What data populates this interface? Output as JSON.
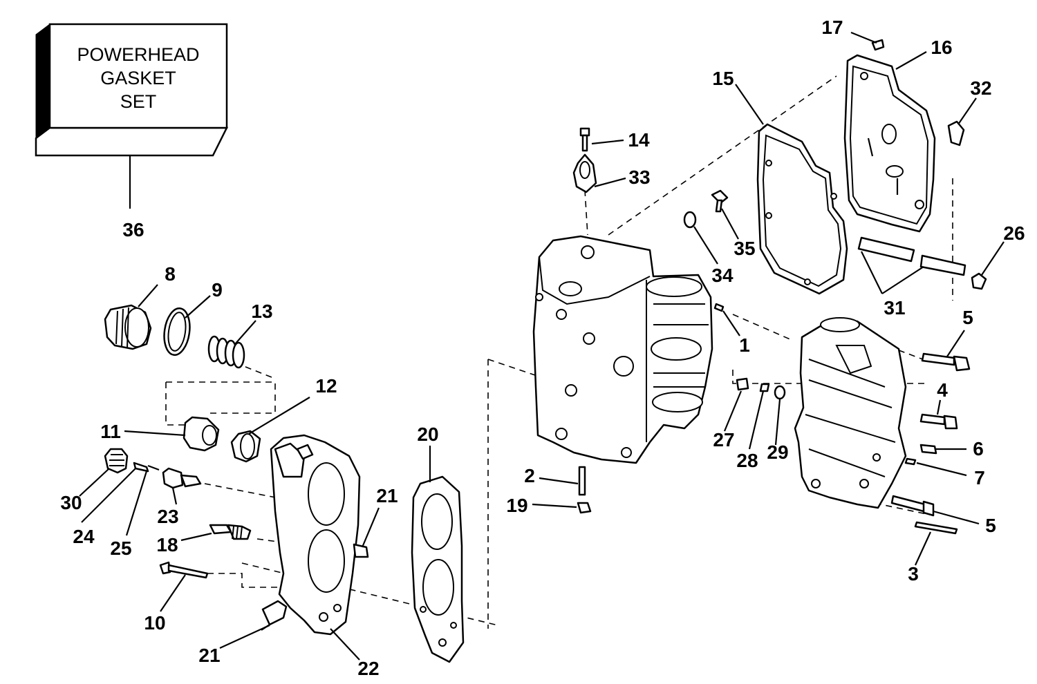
{
  "kit_box": {
    "lines": [
      "POWERHEAD",
      "GASKET",
      "SET"
    ],
    "number": "36"
  },
  "callouts": {
    "c1": "1",
    "c2": "2",
    "c3": "3",
    "c4": "4",
    "c5a": "5",
    "c5b": "5",
    "c6": "6",
    "c7": "7",
    "c8": "8",
    "c9": "9",
    "c10": "10",
    "c11": "11",
    "c12": "12",
    "c13": "13",
    "c14": "14",
    "c15": "15",
    "c16": "16",
    "c17": "17",
    "c18": "18",
    "c19": "19",
    "c20": "20",
    "c21a": "21",
    "c21b": "21",
    "c22": "22",
    "c23": "23",
    "c24": "24",
    "c25": "25",
    "c26": "26",
    "c27": "27",
    "c28": "28",
    "c29": "29",
    "c30": "30",
    "c31": "31",
    "c32": "32",
    "c33": "33",
    "c34": "34",
    "c35": "35"
  }
}
